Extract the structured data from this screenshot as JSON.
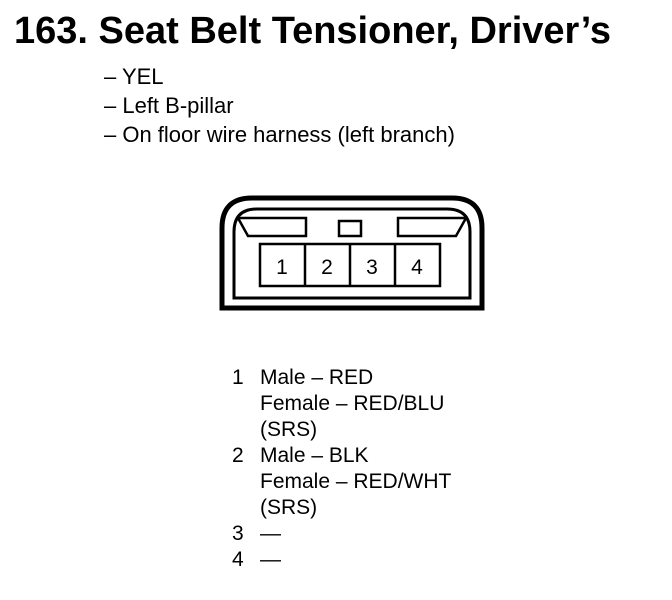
{
  "title": "163. Seat Belt Tensioner, Driver’s",
  "details": [
    "– YEL",
    "– Left B-pillar",
    "– On floor wire harness (left branch)"
  ],
  "connector": {
    "pins": [
      "1",
      "2",
      "3",
      "4"
    ]
  },
  "pinouts": [
    {
      "number": "1",
      "lines": [
        "Male – RED",
        "Female – RED/BLU",
        "(SRS)"
      ]
    },
    {
      "number": "2",
      "lines": [
        "Male – BLK",
        "Female – RED/WHT",
        "(SRS)"
      ]
    },
    {
      "number": "3",
      "lines": [
        "—"
      ]
    },
    {
      "number": "4",
      "lines": [
        "—"
      ]
    }
  ]
}
